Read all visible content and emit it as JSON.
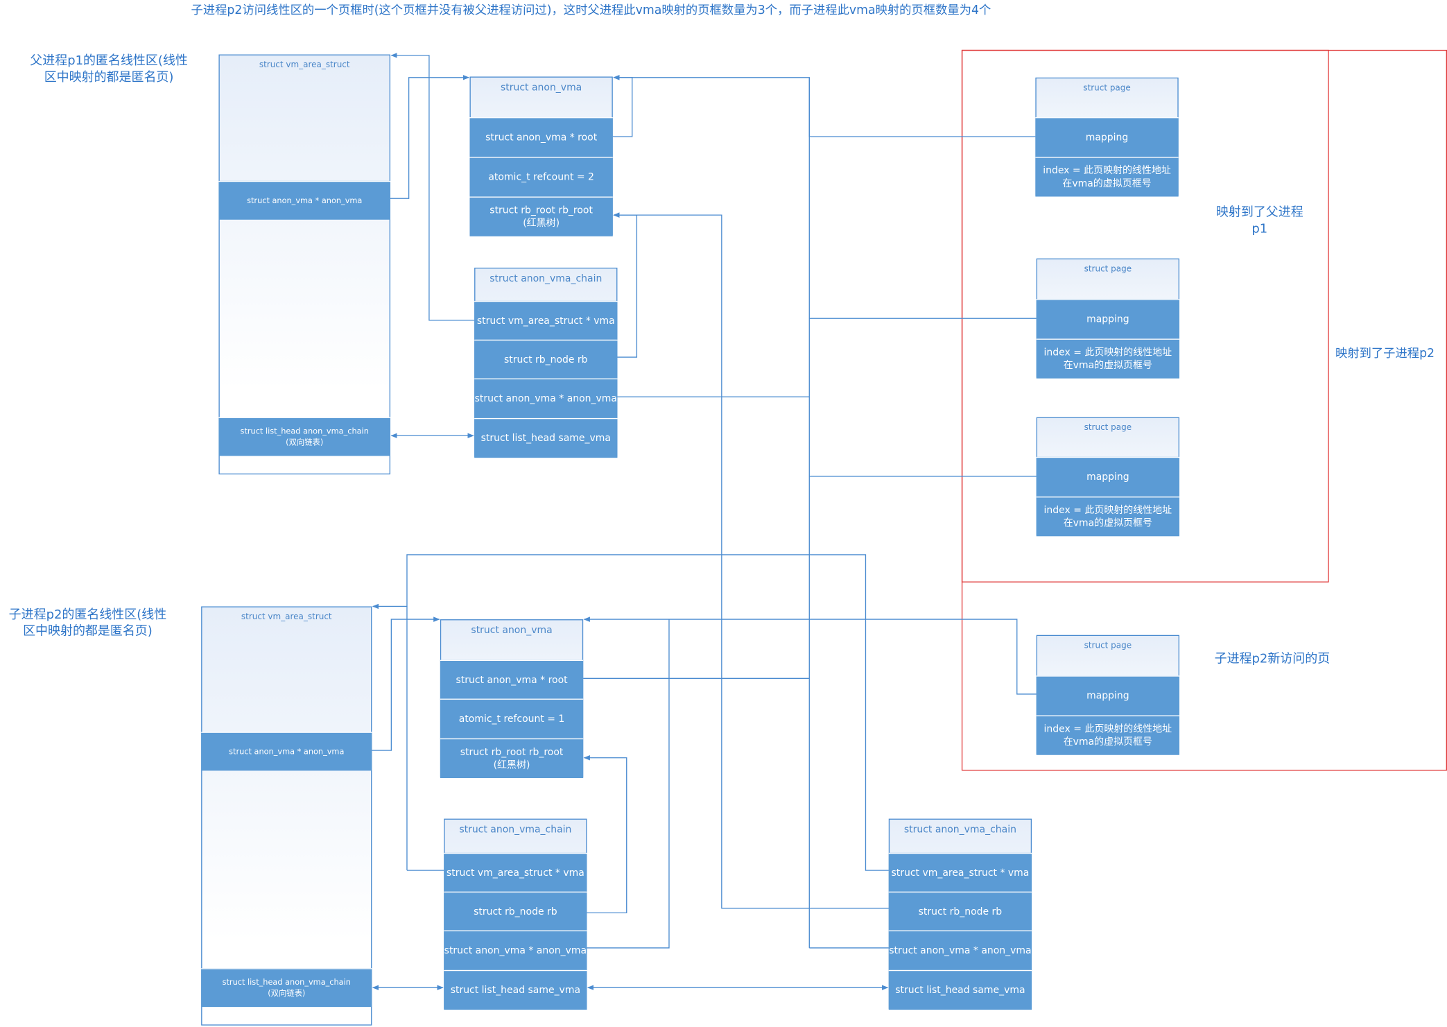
{
  "title": "子进程p2访问线性区的一个页框时(这个页框并没有被父进程访问过)，这时父进程此vma映射的页框数量为3个，而子进程此vma映射的页框数量为4个",
  "labels": {
    "parent_region": [
      "父进程p1的匿名线性区(线性",
      "区中映射的都是匿名页)"
    ],
    "child_region": [
      "子进程p2的匿名线性区(线性",
      "区中映射的都是匿名页)"
    ],
    "mapped_parent": [
      "映射到了父进程",
      "p1"
    ],
    "mapped_child": "映射到了子进程p2",
    "new_page": "子进程p2新访问的页"
  },
  "parent_vma": {
    "header": "struct vm_area_struct",
    "anon_vma_field": "struct anon_vma * anon_vma",
    "list_field": [
      "struct list_head anon_vma_chain",
      "(双向链表)"
    ]
  },
  "parent_anon_vma": {
    "header": "struct anon_vma",
    "root": "struct anon_vma * root",
    "refcount": "atomic_t  refcount = 2",
    "rb_root": [
      "struct rb_root rb_root",
      "(红黑树)"
    ]
  },
  "parent_avc": {
    "header": "struct anon_vma_chain",
    "vma": "struct vm_area_struct * vma",
    "rb": "struct rb_node rb",
    "anon_vma": "struct anon_vma * anon_vma",
    "same_vma": "struct list_head same_vma"
  },
  "child_vma": {
    "header": "struct vm_area_struct",
    "anon_vma_field": "struct anon_vma * anon_vma",
    "list_field": [
      "struct list_head anon_vma_chain",
      "(双向链表)"
    ]
  },
  "child_anon_vma": {
    "header": "struct anon_vma",
    "root": "struct anon_vma * root",
    "refcount": "atomic_t  refcount = 1",
    "rb_root": [
      "struct rb_root rb_root",
      "(红黑树)"
    ]
  },
  "child_avc_left": {
    "header": "struct anon_vma_chain",
    "vma": "struct vm_area_struct * vma",
    "rb": "struct rb_node rb",
    "anon_vma": "struct anon_vma * anon_vma",
    "same_vma": "struct list_head same_vma"
  },
  "child_avc_right": {
    "header": "struct anon_vma_chain",
    "vma": "struct vm_area_struct * vma",
    "rb": "struct rb_node rb",
    "anon_vma": "struct anon_vma * anon_vma",
    "same_vma": "struct list_head same_vma"
  },
  "pages": [
    {
      "header": "struct page",
      "mapping": "mapping",
      "index": [
        "index = 此页映射的线性地址",
        "在vma的虚拟页框号"
      ]
    },
    {
      "header": "struct page",
      "mapping": "mapping",
      "index": [
        "index = 此页映射的线性地址",
        "在vma的虚拟页框号"
      ]
    },
    {
      "header": "struct page",
      "mapping": "mapping",
      "index": [
        "index = 此页映射的线性地址",
        "在vma的虚拟页框号"
      ]
    },
    {
      "header": "struct page",
      "mapping": "mapping",
      "index": [
        "index = 此页映射的线性地址",
        "在vma的虚拟页框号"
      ]
    }
  ],
  "colors": {
    "line": "#4a8bd0",
    "field": "#5b9bd5",
    "text": "#2e75c8",
    "frame": "#e03a3a"
  }
}
